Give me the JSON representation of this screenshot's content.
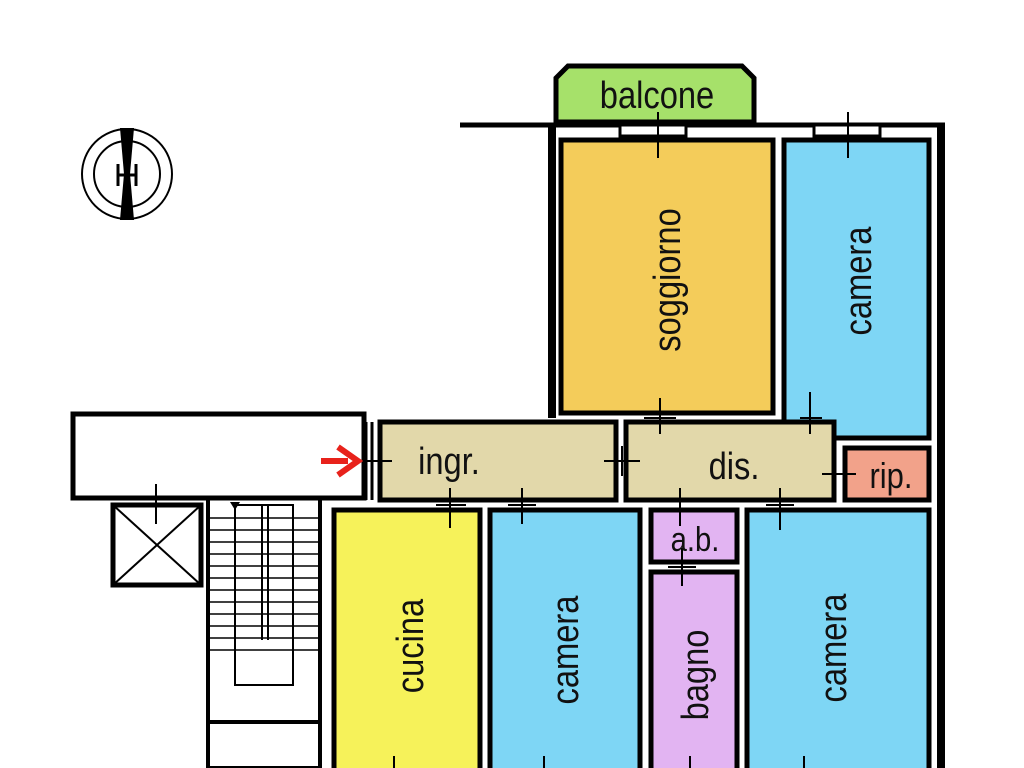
{
  "rooms": {
    "balcone": "balcone",
    "soggiorno": "soggiorno",
    "camera_top": "camera",
    "ingresso": "ingr.",
    "disimpegno": "dis.",
    "ripostiglio": "rip.",
    "antibagno": "a.b.",
    "cucina": "cucina",
    "camera_mid": "camera",
    "bagno": "bagno",
    "camera_right": "camera"
  },
  "colors": {
    "balcone": "#A6E16A",
    "soggiorno": "#F4CC5A",
    "camera": "#7ED6F5",
    "ingresso": "#E2D8AA",
    "disimpegno": "#E2D8AA",
    "ripostiglio": "#F2A28A",
    "antibagno": "#E2B4F2",
    "bagno": "#E2B4F2",
    "cucina": "#F6F25A",
    "walls": "#000000",
    "entry_arrow": "#E8221B"
  },
  "icons": {
    "compass": "north-compass-icon",
    "entry_arrow": "entry-arrow-icon",
    "elevator": "elevator-shaft-icon",
    "stairs": "staircase-icon"
  }
}
